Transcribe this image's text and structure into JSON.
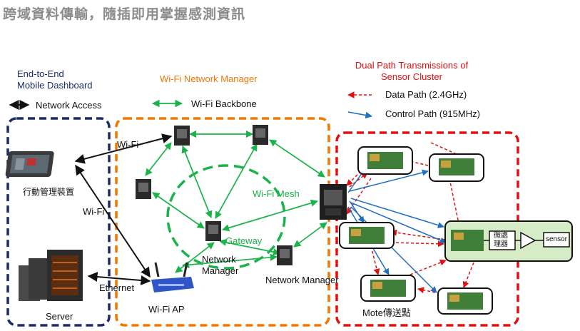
{
  "title": "跨域資料傳輸，隨插即用掌握感測資訊",
  "legend": {
    "dashboard_title_line1": "End-to-End",
    "dashboard_title_line2": "Mobile Dashboard",
    "network_access": "Network Access",
    "manager_title": "Wi-Fi Network Manager",
    "wifi_backbone": "Wi-Fi Backbone",
    "cluster_title_line1": "Dual Path Transmissions of",
    "cluster_title_line2": "Sensor Cluster",
    "data_path": "Data Path (2.4GHz)",
    "control_path": "Control Path (915MHz)"
  },
  "labels": {
    "wifi_top": "Wi-Fi",
    "wifi_left": "Wi-Fi",
    "mobile_device": "行動管理裝置",
    "server": "Server",
    "ethernet": "Ethernet",
    "wifi_ap": "Wi-Fi AP",
    "wifi_mesh": "Wi-Fi Mesh",
    "gateway": "Gateway",
    "network_manager_center_line1": "Network",
    "network_manager_center_line2": "Manager",
    "network_manager_right": "Network Manager",
    "mote": "Mote傳送點",
    "mcu_line1": "微處",
    "mcu_line2": "理器",
    "sensor": "sensor"
  },
  "colors": {
    "navy": "#1a2b6b",
    "orange": "#f07800",
    "red": "#e01010",
    "green": "#19b34a",
    "blue": "#1f6fc0",
    "sensor_bg": "#d6ecc6"
  },
  "icons": [
    "tablet-icon",
    "server-icon",
    "router-icon",
    "board-icon",
    "mote-board-icon"
  ]
}
